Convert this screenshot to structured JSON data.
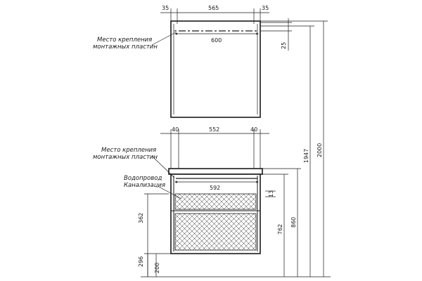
{
  "mirror": {
    "dims": {
      "left": "35",
      "width": "565",
      "right": "35",
      "plate": "600",
      "gap": "25"
    },
    "callout": [
      "Место крепления",
      "монтажных пластин"
    ]
  },
  "cabinet": {
    "dims": {
      "left": "40",
      "width": "552",
      "right": "40",
      "top": "592",
      "gap": "13"
    },
    "callout_plates": [
      "Место крепления",
      "монтажных пластин"
    ],
    "callout_pipes": [
      "Водопровод",
      "Канализация"
    ]
  },
  "verticals": {
    "d362": "362",
    "d296": "296",
    "d200": "200",
    "d762": "762",
    "d860": "860",
    "d1947": "1947",
    "d2000": "2000"
  }
}
